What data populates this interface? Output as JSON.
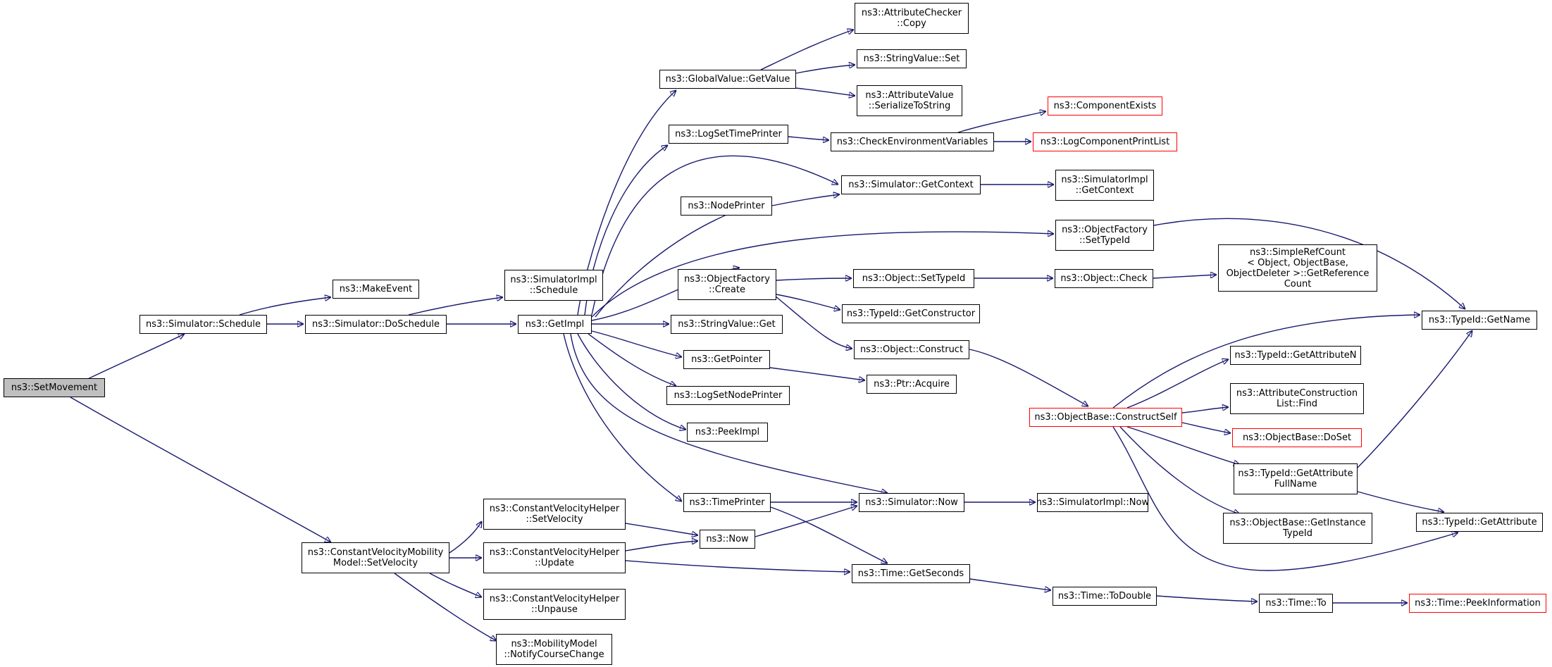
{
  "colors": {
    "edge": "#191970",
    "border": "#000000",
    "missing_border": "#ff0000",
    "root_fill": "#bfbfbf"
  },
  "nodes": [
    {
      "id": "setmovement",
      "lines": [
        "ns3::SetMovement"
      ],
      "root": true
    },
    {
      "id": "sim-schedule",
      "lines": [
        "ns3::Simulator::Schedule"
      ]
    },
    {
      "id": "makeevent",
      "lines": [
        "ns3::MakeEvent"
      ]
    },
    {
      "id": "sim-doschedule",
      "lines": [
        "ns3::Simulator::DoSchedule"
      ]
    },
    {
      "id": "simimpl-schedule",
      "lines": [
        "ns3::SimulatorImpl",
        "::Schedule"
      ]
    },
    {
      "id": "getimpl",
      "lines": [
        "ns3::GetImpl"
      ]
    },
    {
      "id": "globalvalue-getvalue",
      "lines": [
        "ns3::GlobalValue::GetValue"
      ]
    },
    {
      "id": "attrchecker-copy",
      "lines": [
        "ns3::AttributeChecker",
        "::Copy"
      ]
    },
    {
      "id": "stringvalue-set",
      "lines": [
        "ns3::StringValue::Set"
      ]
    },
    {
      "id": "attrvalue-serialize",
      "lines": [
        "ns3::AttributeValue",
        "::SerializeToString"
      ]
    },
    {
      "id": "logsettimeprinter",
      "lines": [
        "ns3::LogSetTimePrinter"
      ]
    },
    {
      "id": "checkenvvars",
      "lines": [
        "ns3::CheckEnvironmentVariables"
      ]
    },
    {
      "id": "componentexists",
      "lines": [
        "ns3::ComponentExists"
      ],
      "missing": true
    },
    {
      "id": "logcomponentprintlist",
      "lines": [
        "ns3::LogComponentPrintList"
      ],
      "missing": true
    },
    {
      "id": "sim-getcontext",
      "lines": [
        "ns3::Simulator::GetContext"
      ]
    },
    {
      "id": "simimpl-getcontext",
      "lines": [
        "ns3::SimulatorImpl",
        "::GetContext"
      ]
    },
    {
      "id": "nodeprinter",
      "lines": [
        "ns3::NodePrinter"
      ]
    },
    {
      "id": "objfactory-settypeid",
      "lines": [
        "ns3::ObjectFactory",
        "::SetTypeId"
      ]
    },
    {
      "id": "objfactory-create",
      "lines": [
        "ns3::ObjectFactory",
        "::Create"
      ]
    },
    {
      "id": "object-settypeid",
      "lines": [
        "ns3::Object::SetTypeId"
      ]
    },
    {
      "id": "object-check",
      "lines": [
        "ns3::Object::Check"
      ]
    },
    {
      "id": "simplerefcount",
      "lines": [
        "ns3::SimpleRefCount",
        "< Object, ObjectBase,",
        " ObjectDeleter >::GetReference",
        "Count"
      ]
    },
    {
      "id": "typeid-getconstructor",
      "lines": [
        "ns3::TypeId::GetConstructor"
      ]
    },
    {
      "id": "stringvalue-get",
      "lines": [
        "ns3::StringValue::Get"
      ]
    },
    {
      "id": "object-construct",
      "lines": [
        "ns3::Object::Construct"
      ]
    },
    {
      "id": "typeid-getname",
      "lines": [
        "ns3::TypeId::GetName"
      ]
    },
    {
      "id": "getpointer",
      "lines": [
        "ns3::GetPointer"
      ]
    },
    {
      "id": "ptr-acquire",
      "lines": [
        "ns3::Ptr::Acquire"
      ]
    },
    {
      "id": "logsetnodeprinter",
      "lines": [
        "ns3::LogSetNodePrinter"
      ]
    },
    {
      "id": "typeid-getattributen",
      "lines": [
        "ns3::TypeId::GetAttributeN"
      ]
    },
    {
      "id": "attrconstructionlist-find",
      "lines": [
        "ns3::AttributeConstruction",
        "List::Find"
      ]
    },
    {
      "id": "objectbase-constructself",
      "lines": [
        "ns3::ObjectBase::ConstructSelf"
      ],
      "missing": true
    },
    {
      "id": "peekimpl",
      "lines": [
        "ns3::PeekImpl"
      ]
    },
    {
      "id": "objectbase-doset",
      "lines": [
        "ns3::ObjectBase::DoSet"
      ],
      "missing": true
    },
    {
      "id": "typeid-getattributefullname",
      "lines": [
        "ns3::TypeId::GetAttribute",
        "FullName"
      ]
    },
    {
      "id": "timeprinter",
      "lines": [
        "ns3::TimePrinter"
      ]
    },
    {
      "id": "sim-now",
      "lines": [
        "ns3::Simulator::Now"
      ]
    },
    {
      "id": "simimpl-now",
      "lines": [
        "ns3::SimulatorImpl::Now"
      ]
    },
    {
      "id": "cvhelper-setvelocity",
      "lines": [
        "ns3::ConstantVelocityHelper",
        "::SetVelocity"
      ]
    },
    {
      "id": "objectbase-getinstancetypeid",
      "lines": [
        "ns3::ObjectBase::GetInstance",
        "TypeId"
      ]
    },
    {
      "id": "typeid-getattribute",
      "lines": [
        "ns3::TypeId::GetAttribute"
      ]
    },
    {
      "id": "now",
      "lines": [
        "ns3::Now"
      ]
    },
    {
      "id": "cvmobility-setvelocity",
      "lines": [
        "ns3::ConstantVelocityMobility",
        "Model::SetVelocity"
      ]
    },
    {
      "id": "cvhelper-update",
      "lines": [
        "ns3::ConstantVelocityHelper",
        "::Update"
      ]
    },
    {
      "id": "time-getseconds",
      "lines": [
        "ns3::Time::GetSeconds"
      ]
    },
    {
      "id": "time-todouble",
      "lines": [
        "ns3::Time::ToDouble"
      ]
    },
    {
      "id": "time-to",
      "lines": [
        "ns3::Time::To"
      ]
    },
    {
      "id": "time-peekinformation",
      "lines": [
        "ns3::Time::PeekInformation"
      ],
      "missing": true
    },
    {
      "id": "cvhelper-unpause",
      "lines": [
        "ns3::ConstantVelocityHelper",
        "::Unpause"
      ]
    },
    {
      "id": "mobility-notifycoursechange",
      "lines": [
        "ns3::MobilityModel",
        "::NotifyCourseChange"
      ]
    }
  ]
}
